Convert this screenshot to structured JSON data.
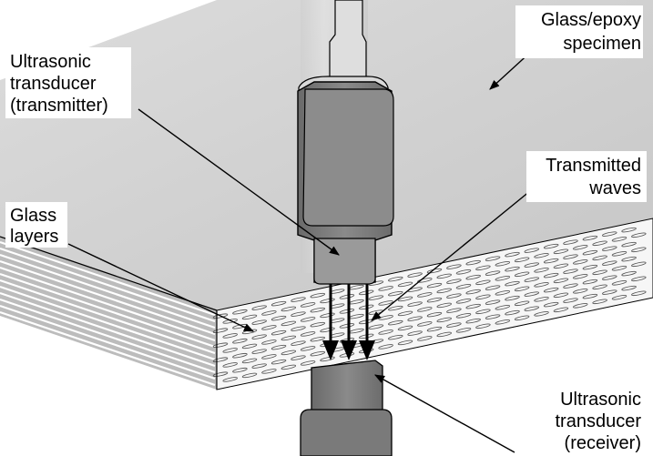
{
  "diagram": {
    "labels": {
      "specimen": [
        "Glass/epoxy",
        "specimen"
      ],
      "transmitter": [
        "Ultrasonic",
        "transducer",
        "(transmitter)"
      ],
      "waves": [
        "Transmitted",
        "waves"
      ],
      "glass_layers": [
        "Glass",
        "layers"
      ],
      "receiver": [
        "Ultrasonic",
        "transducer",
        "(receiver)"
      ]
    },
    "wave_arrow_count": 3
  },
  "colors": {
    "background": "#ffffff",
    "top_face": "#d4d4d4",
    "side_face": "#bdbdbd",
    "front_face": "#f6f6f6",
    "transducer": "#7a7a7a",
    "transducer_dark": "#555555",
    "outline": "#000000"
  }
}
